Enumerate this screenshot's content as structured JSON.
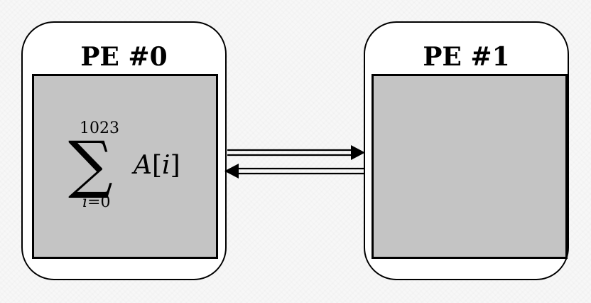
{
  "pe0": {
    "title": "PE #0",
    "formula": {
      "upper": "1023",
      "sigma": "∑",
      "lower_var": "i",
      "lower_rest": "=0",
      "summand_var": "A",
      "summand_open": "[",
      "summand_index": "i",
      "summand_close": "]"
    }
  },
  "pe1": {
    "title": "PE #1"
  },
  "arrows": [
    "pe0-to-pe1",
    "pe1-to-pe0"
  ],
  "colors": {
    "inner_fill": "#c4c4c4",
    "outline": "#000000",
    "pe_fill": "#ffffff"
  }
}
